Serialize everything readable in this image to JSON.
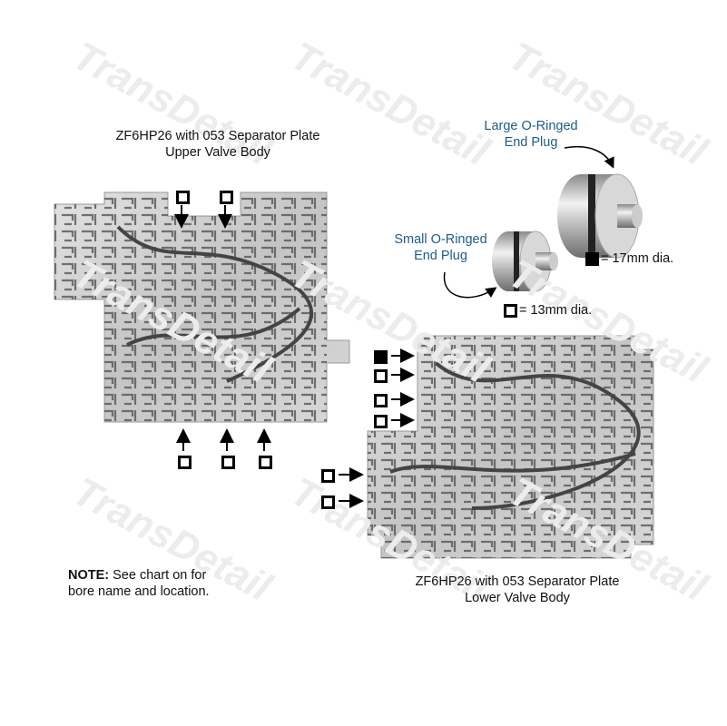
{
  "watermark": "TransDetail",
  "upper": {
    "title_line1": "ZF6HP26 with 053 Separator Plate",
    "title_line2": "Upper Valve Body"
  },
  "lower": {
    "title_line1": "ZF6HP26 with 053 Separator Plate",
    "title_line2": "Lower Valve Body"
  },
  "large_plug": {
    "line1": "Large O-Ringed",
    "line2": "End Plug"
  },
  "small_plug": {
    "line1": "Small O-Ringed",
    "line2": "End Plug"
  },
  "legend": {
    "large": "= 17mm dia.",
    "small": "= 13mm dia."
  },
  "note": {
    "bold": "NOTE:",
    "line1": " See chart on for",
    "line2": "bore name and location."
  },
  "colors": {
    "label_blue": "#1f5a8a",
    "metal": "#c9c9c9"
  }
}
